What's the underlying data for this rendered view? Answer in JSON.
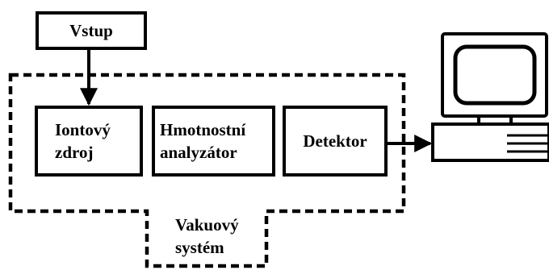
{
  "diagram": {
    "input_label": "Vstup",
    "ion_source": {
      "line1": "Iontový",
      "line2": "zdroj"
    },
    "mass_analyzer": {
      "line1": "Hmotnostní",
      "line2": "analyzátor"
    },
    "detector_label": "Detektor",
    "vacuum_system": {
      "line1": "Vakuový",
      "line2": "systém"
    },
    "computer_icon": "computer-icon"
  }
}
